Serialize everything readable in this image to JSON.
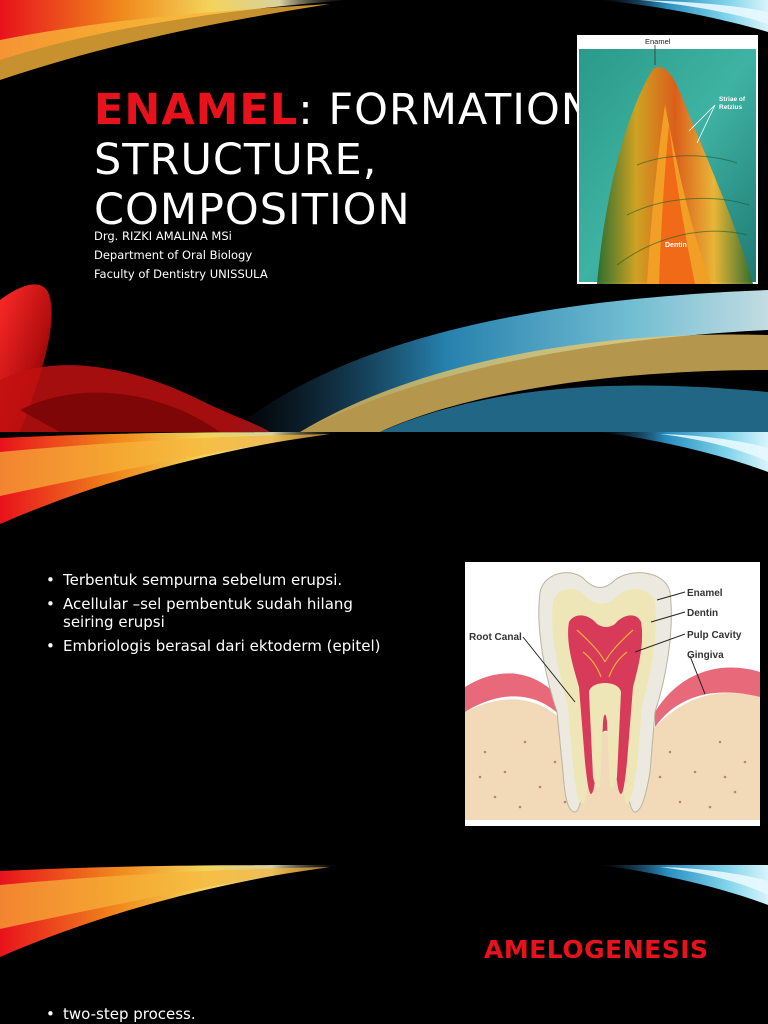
{
  "slide1": {
    "title_highlight": "ENAMEL",
    "title_rest_line1": ": FORMATION,",
    "title_line2": "STRUCTURE,",
    "title_line3": "COMPOSITION",
    "subtitle_lines": [
      "Drg. RIZKI AMALINA MSi",
      "Department of Oral Biology",
      "Faculty of Dentistry UNISSULA"
    ],
    "image_labels": {
      "top": "Enamel",
      "striae": [
        "Striae of",
        "Retzius"
      ],
      "dentin": "Dentin"
    }
  },
  "slide2": {
    "bullets": [
      "Terbentuk sempurna sebelum erupsi.",
      "Acellular –sel pembentuk sudah hilang seiring erupsi",
      "Embriologis berasal dari ektoderm (epitel)"
    ],
    "diagram_labels": {
      "enamel": "Enamel",
      "dentin": "Dentin",
      "pulp_cavity": "Pulp Cavity",
      "gingiva": "Gingiva",
      "root_canal": "Root Canal"
    }
  },
  "slide3": {
    "heading": "AMELOGENESIS",
    "bullets": [
      "two-step process."
    ]
  },
  "colors": {
    "accent_red": "#e8121c",
    "background": "#000000",
    "text": "#ffffff"
  }
}
